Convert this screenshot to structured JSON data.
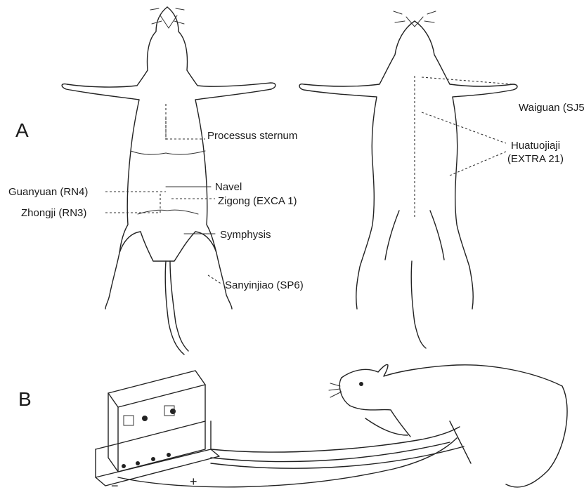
{
  "panels": {
    "a": "A",
    "b": "B"
  },
  "ventral_labels": {
    "processus_sternum": "Processus sternum",
    "navel": "Navel",
    "zigong": "Zigong (EXCA 1)",
    "guanyuan": "Guanyuan (RN4)",
    "zhongji": "Zhongji (RN3)",
    "symphysis": "Symphysis",
    "sanyinjiao": "Sanyinjiao (SP6)"
  },
  "dorsal_labels": {
    "waiguan": "Waiguan (SJ5)",
    "huatuojiaji_1": "Huatuojiaji",
    "huatuojiaji_2": "(EXTRA 21)"
  },
  "stimulator": {
    "minus": "−",
    "plus": "+"
  }
}
